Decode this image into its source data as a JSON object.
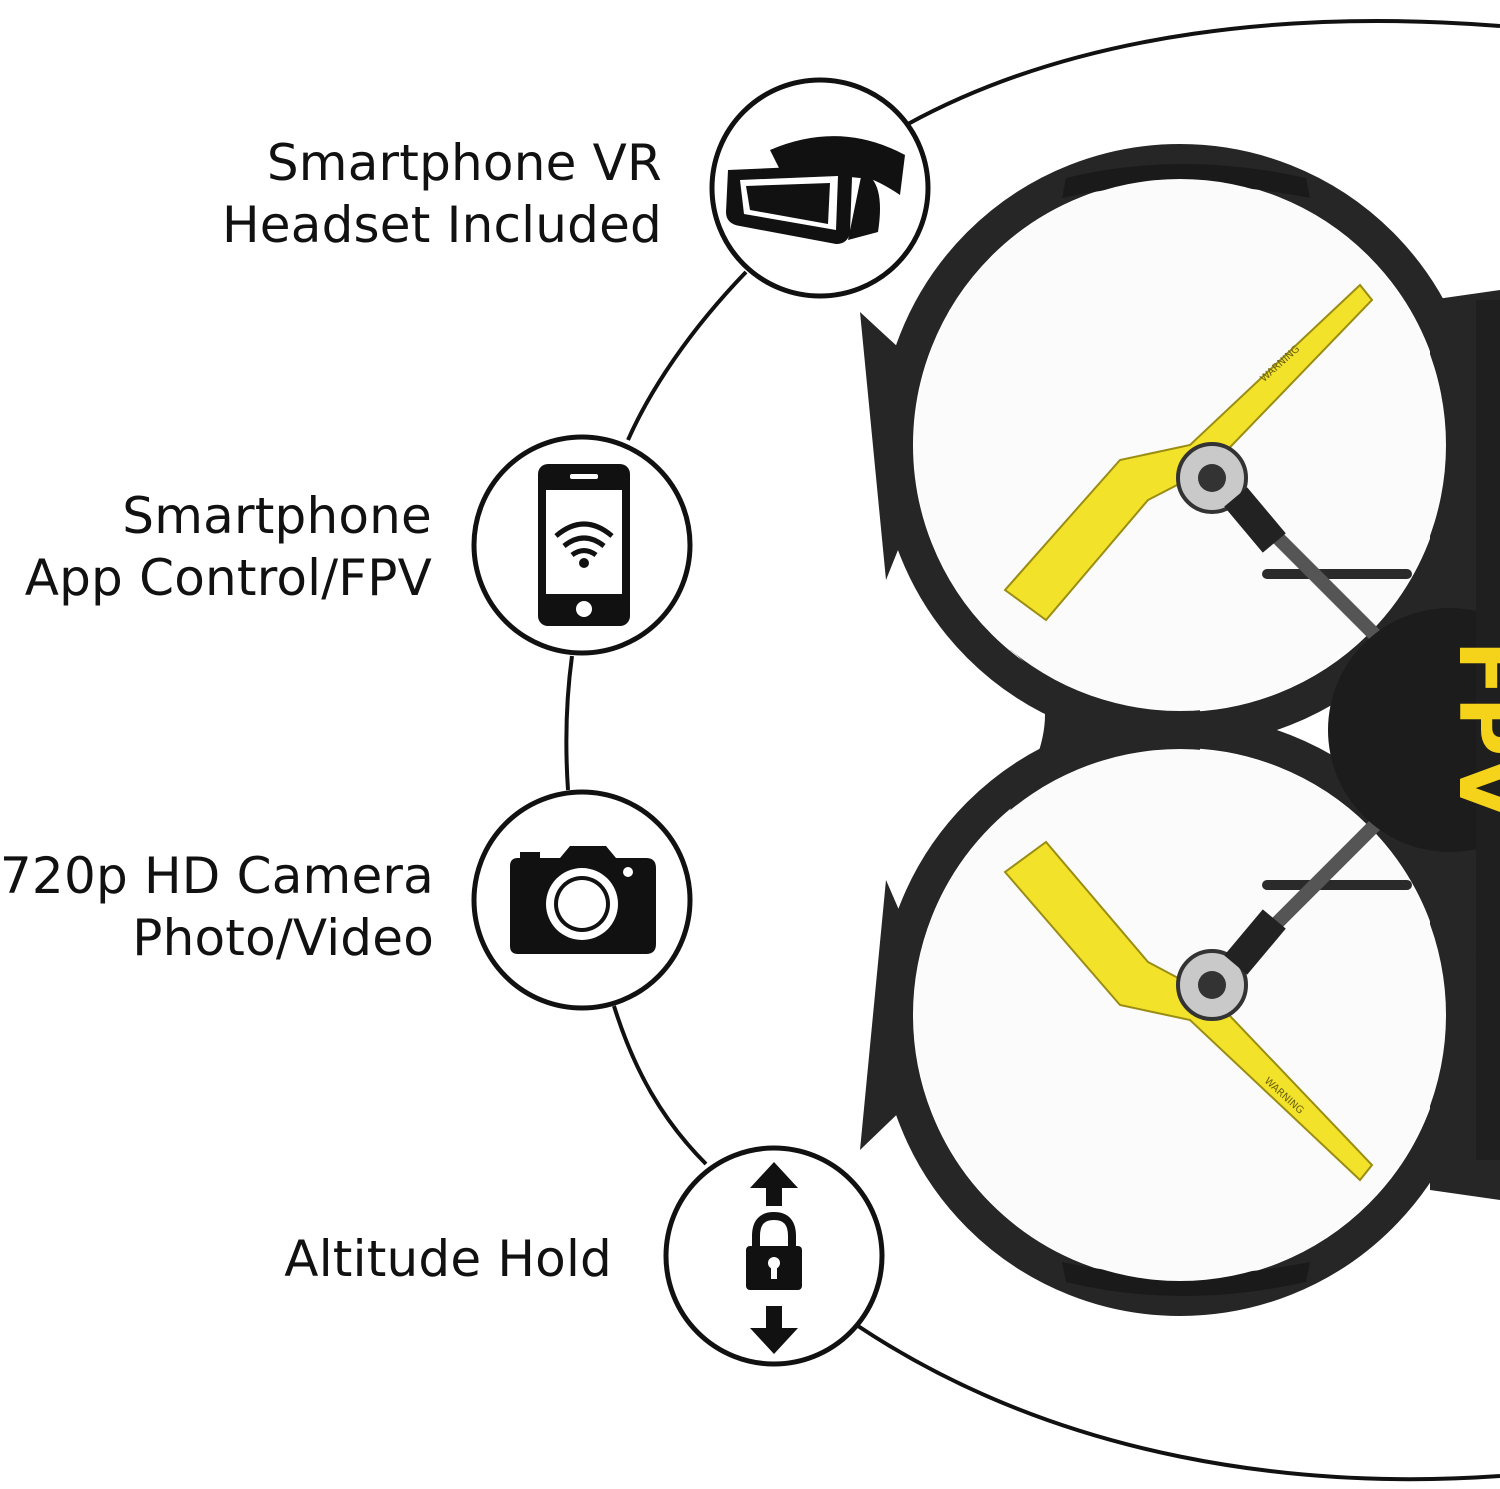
{
  "features": [
    {
      "lines": [
        "Smartphone VR",
        "Headset Included"
      ],
      "icon": "vr-headset-icon"
    },
    {
      "lines": [
        "Smartphone",
        "App Control/FPV"
      ],
      "icon": "smartphone-wifi-icon"
    },
    {
      "lines": [
        "720p HD Camera",
        "Photo/Video"
      ],
      "icon": "camera-icon"
    },
    {
      "lines": [
        "Altitude Hold"
      ],
      "icon": "altitude-lock-icon"
    }
  ],
  "drone": {
    "body_mark": "FPV",
    "propeller_label": "WARNING"
  },
  "colors": {
    "background": "#ffffff",
    "ink": "#111111",
    "frame": "#262626",
    "propeller": "#f2e22a",
    "mark": "#f5d31a"
  }
}
